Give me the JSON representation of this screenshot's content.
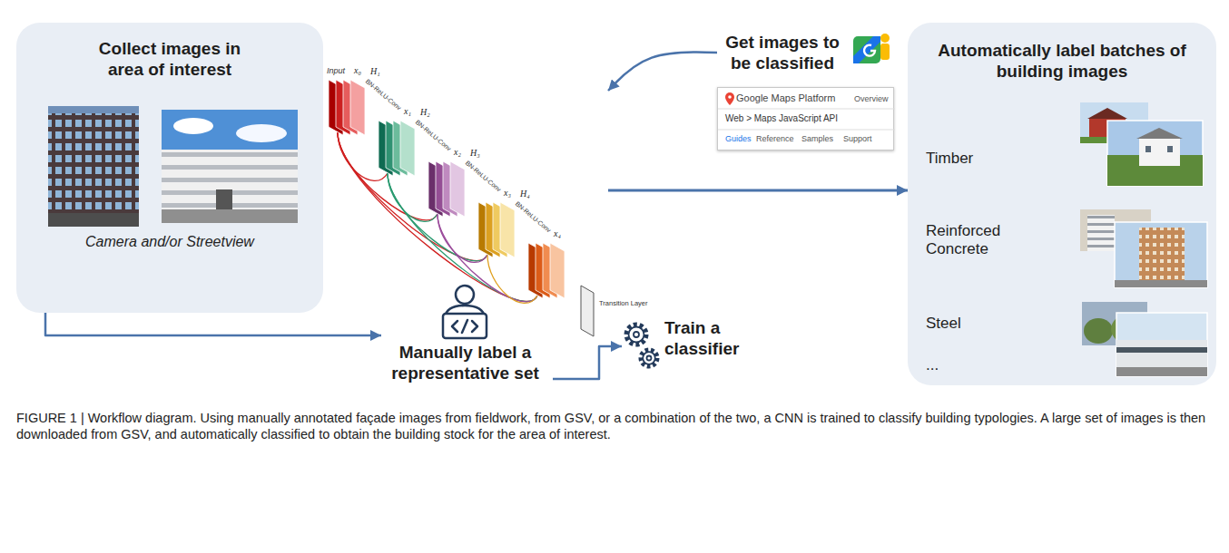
{
  "diagram": {
    "caption": "FIGURE 1 | Workflow diagram. Using manually annotated façade images from fieldwork, from GSV, or a combination of the two, a CNN is trained to classify building typologies. A large set of images is then downloaded from GSV, and automatically classified to obtain the building stock for the area of interest.",
    "nodes": [
      {
        "text": [
          "Collect images in area of interest",
          "Camera and/or Streetview"
        ]
      },
      {
        "text": [
          "Input"
        ]
      },
      {
        "text": [
          "Get images to be classified"
        ]
      },
      {
        "text": [
          "Google Maps Platform",
          "Overview",
          "Web > Maps JavaScript API",
          "Guides",
          "Reference",
          "Samples",
          "Support"
        ]
      },
      {
        "text": [
          "Manually label a representative set"
        ]
      },
      {
        "text": [
          "Train a classifier"
        ]
      },
      {
        "text": [
          "Automatically label batches of building images",
          "Timber",
          "Reinforced Concrete",
          "Steel",
          "..."
        ]
      }
    ],
    "edges": [
      {
        "from": 0,
        "to": 4,
        "arrow": "to"
      },
      {
        "from": 4,
        "to": 5,
        "arrow": "to"
      },
      {
        "from": 2,
        "to": 1,
        "arrow": "to"
      },
      {
        "from": 1,
        "to": 6,
        "arrow": "to"
      }
    ],
    "labels": [
      "x₀",
      "H₁",
      "x₁",
      "H₂",
      "x₂",
      "H₃",
      "x₃",
      "H₄",
      "x₄",
      "BN-ReLU-Conv",
      "BN-ReLU-Conv",
      "BN-ReLU-Conv",
      "BN-ReLU-Conv",
      "Transition Layer"
    ]
  }
}
